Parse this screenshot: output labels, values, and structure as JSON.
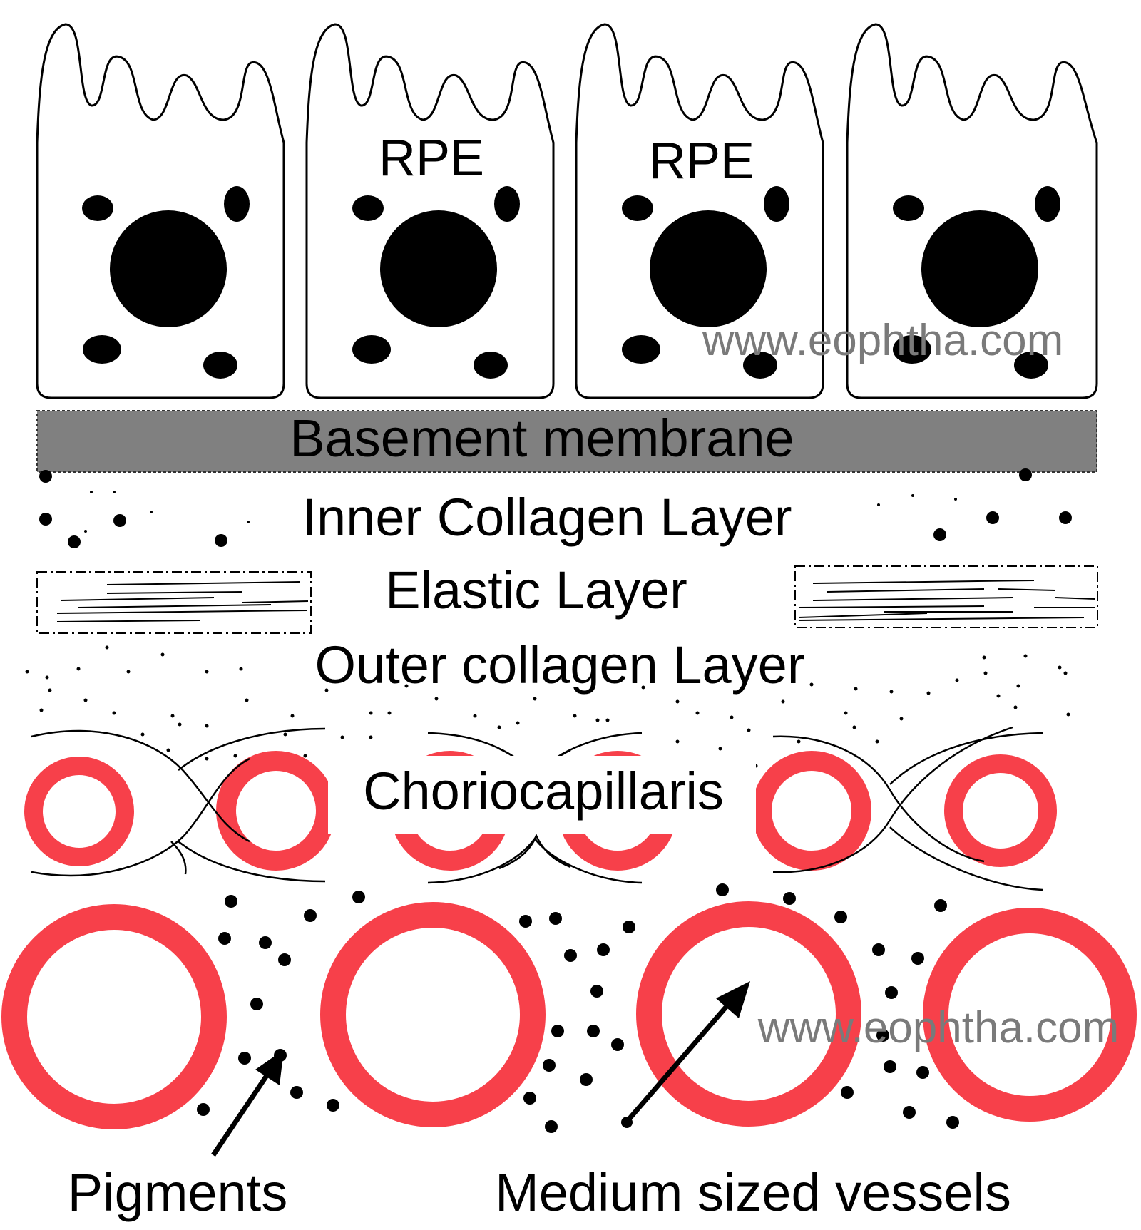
{
  "labels": {
    "rpe_1": "RPE",
    "rpe_2": "RPE",
    "basement_membrane": "Basement membrane",
    "inner_collagen": "Inner Collagen Layer",
    "elastic": "Elastic Layer",
    "outer_collagen": "Outer collagen Layer",
    "choriocapillaris": "Choriocapillaris",
    "pigments": "Pigments",
    "medium_vessels": "Medium sized vessels"
  },
  "watermark": {
    "top": "www.eophtha.com",
    "bottom": "www.eophtha.com"
  },
  "colors": {
    "vessel_red": "#f7404a",
    "membrane_gray": "#808080",
    "ink": "#000000",
    "watermark_gray": "#7a7a7a"
  }
}
